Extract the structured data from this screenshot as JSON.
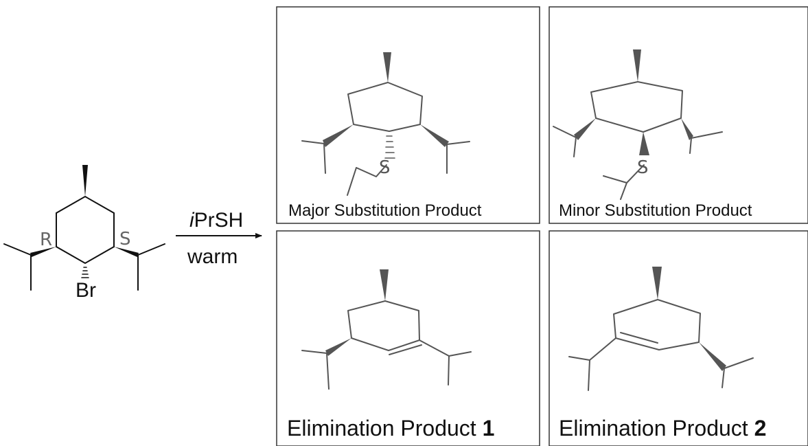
{
  "reactant": {
    "leaving_group": "Br",
    "stereo_left": "R",
    "stereo_right": "S"
  },
  "reagent": {
    "prefix": "i",
    "name": "PrSH",
    "condition": "warm"
  },
  "panels": [
    {
      "label": "Major Substitution Product",
      "substituent": "S"
    },
    {
      "label": "Minor Substitution Product",
      "substituent": "S"
    },
    {
      "label": "Elimination Product ",
      "number": "1"
    },
    {
      "label": "Elimination Product ",
      "number": "2"
    }
  ],
  "colors": {
    "ink": "#111111",
    "pencil": "#555555",
    "border": "#333333"
  }
}
